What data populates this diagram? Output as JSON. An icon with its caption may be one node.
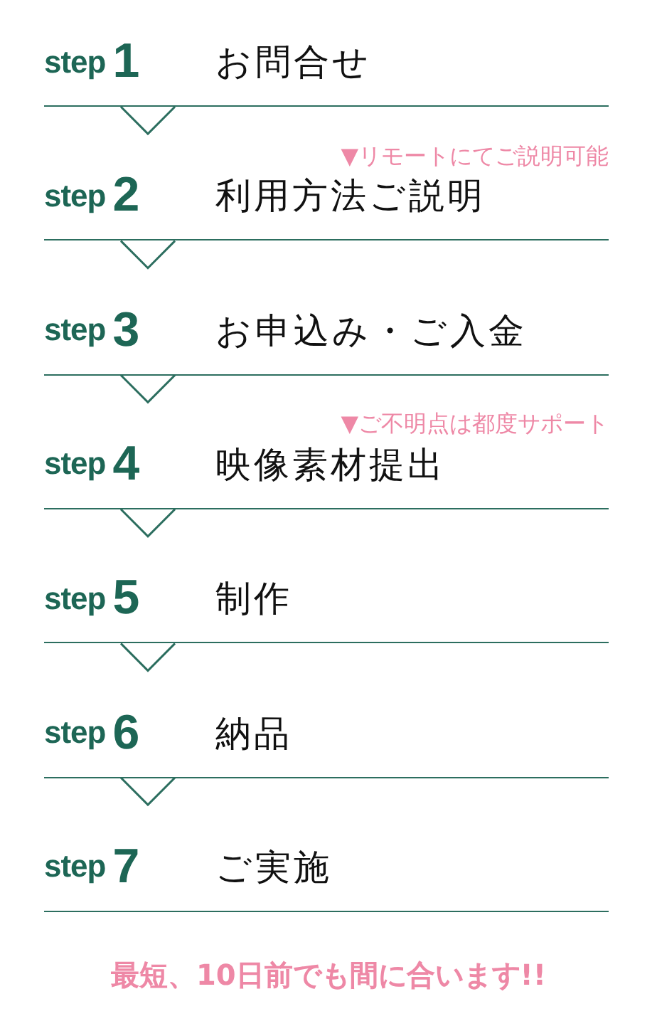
{
  "diagram": {
    "nodes": [
      {
        "text": [
          "step",
          "1",
          "お問合せ"
        ]
      },
      {
        "text": [
          "step",
          "2",
          "利用方法ご説明"
        ]
      },
      {
        "text": [
          "step",
          "3",
          "お申込み・ご入金"
        ]
      },
      {
        "text": [
          "step",
          "4",
          "映像素材提出"
        ]
      },
      {
        "text": [
          "step",
          "5",
          "制作"
        ]
      },
      {
        "text": [
          "step",
          "6",
          "納品"
        ]
      },
      {
        "text": [
          "step",
          "7",
          "ご実施"
        ]
      }
    ],
    "edges": [
      {
        "from": 0,
        "to": 1,
        "arrow": "to"
      },
      {
        "from": 1,
        "to": 2,
        "arrow": "to"
      },
      {
        "from": 2,
        "to": 3,
        "arrow": "to"
      },
      {
        "from": 3,
        "to": 4,
        "arrow": "to"
      },
      {
        "from": 4,
        "to": 5,
        "arrow": "to"
      },
      {
        "from": 5,
        "to": 6,
        "arrow": "to"
      }
    ],
    "labels": [
      "▼リモートにてご説明可能",
      "▼ご不明点は都度サポート",
      "最短、10日前でも間に合います!!"
    ]
  }
}
